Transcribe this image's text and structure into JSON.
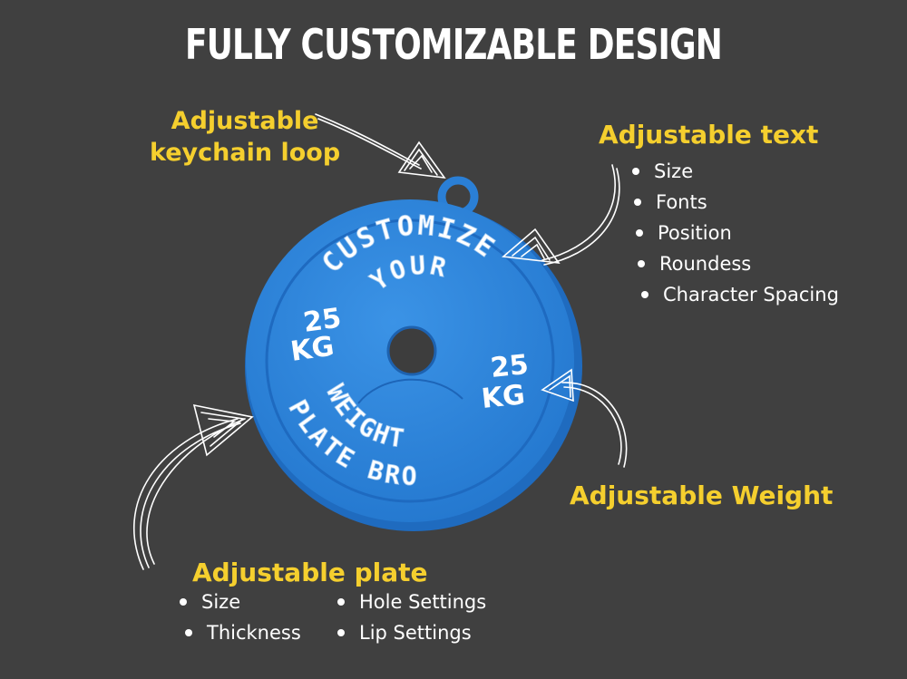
{
  "title": "FULLY CUSTOMIZABLE DESIGN",
  "callouts": {
    "loop": {
      "line1": "Adjustable",
      "line2": "keychain loop"
    },
    "text": {
      "heading": "Adjustable text",
      "items": [
        "Size",
        "Fonts",
        "Position",
        "Roundess",
        "Character Spacing"
      ]
    },
    "weight": {
      "heading": "Adjustable Weight"
    },
    "plate": {
      "heading": "Adjustable plate",
      "col1": [
        "Size",
        "Thickness"
      ],
      "col2": [
        "Hole Settings",
        "Lip Settings"
      ]
    }
  },
  "plate_graphic": {
    "arc_top": "CUSTOMIZE",
    "arc_top2": "YOUR",
    "weight_left": [
      "25",
      "KG"
    ],
    "weight_right": [
      "25",
      "KG"
    ],
    "arc_bottom1": "WEIGHT",
    "arc_bottom2": "PLATE BRO"
  },
  "colors": {
    "background": "#404040",
    "accent": "#f5cf2e",
    "plate": "#2f86dc"
  }
}
